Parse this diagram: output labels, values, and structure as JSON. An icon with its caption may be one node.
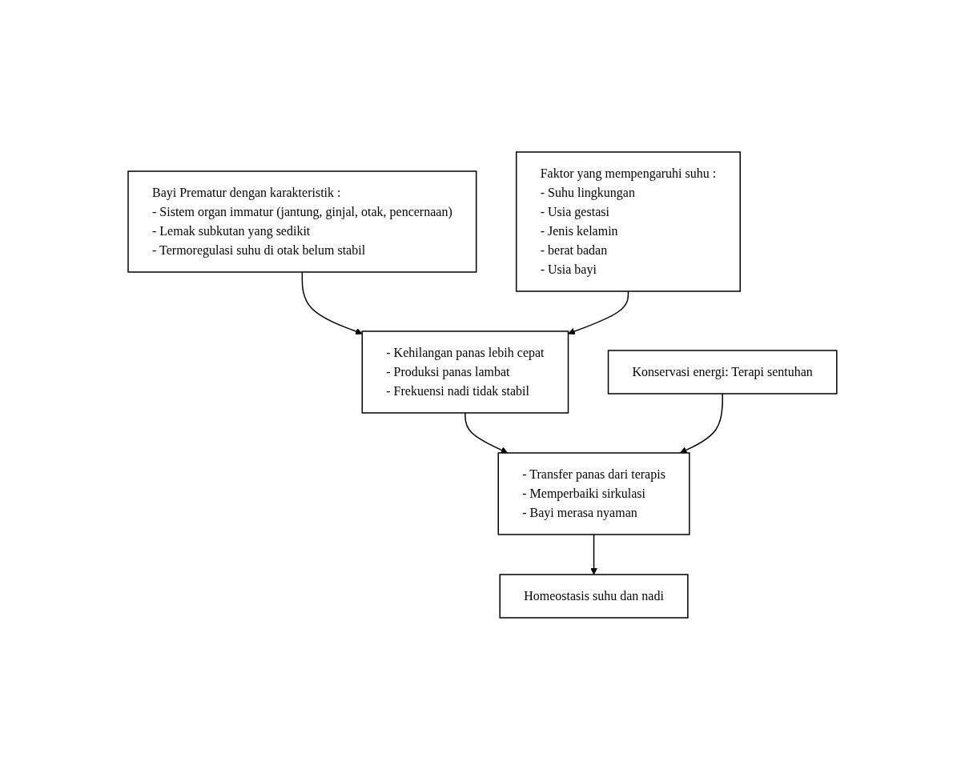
{
  "diagram": {
    "nodes": [
      {
        "text": [
          "Bayi Prematur dengan karakteristik :",
          "- Sistem organ immatur (jantung, ginjal, otak, pencernaan)",
          "- Lemak subkutan yang sedikit",
          "- Termoregulasi suhu di otak belum stabil"
        ]
      },
      {
        "text": [
          "Faktor yang mempengaruhi suhu :",
          "- Suhu lingkungan",
          "- Usia gestasi",
          "- Jenis kelamin",
          "- berat badan",
          "- Usia bayi"
        ]
      },
      {
        "text": [
          "- Kehilangan panas lebih cepat",
          "- Produksi panas lambat",
          "- Frekuensi nadi tidak stabil"
        ]
      },
      {
        "text": [
          "Konservasi energi: Terapi sentuhan"
        ]
      },
      {
        "text": [
          "- Transfer panas dari terapis",
          "- Memperbaiki sirkulasi",
          "- Bayi merasa nyaman"
        ]
      },
      {
        "text": [
          "Homeostasis suhu dan nadi"
        ]
      }
    ],
    "edges": [
      {
        "from": 0,
        "to": 2,
        "arrow": "to"
      },
      {
        "from": 1,
        "to": 2,
        "arrow": "to"
      },
      {
        "from": 2,
        "to": 4,
        "arrow": "to"
      },
      {
        "from": 3,
        "to": 4,
        "arrow": "to"
      },
      {
        "from": 4,
        "to": 5,
        "arrow": "to"
      }
    ]
  }
}
